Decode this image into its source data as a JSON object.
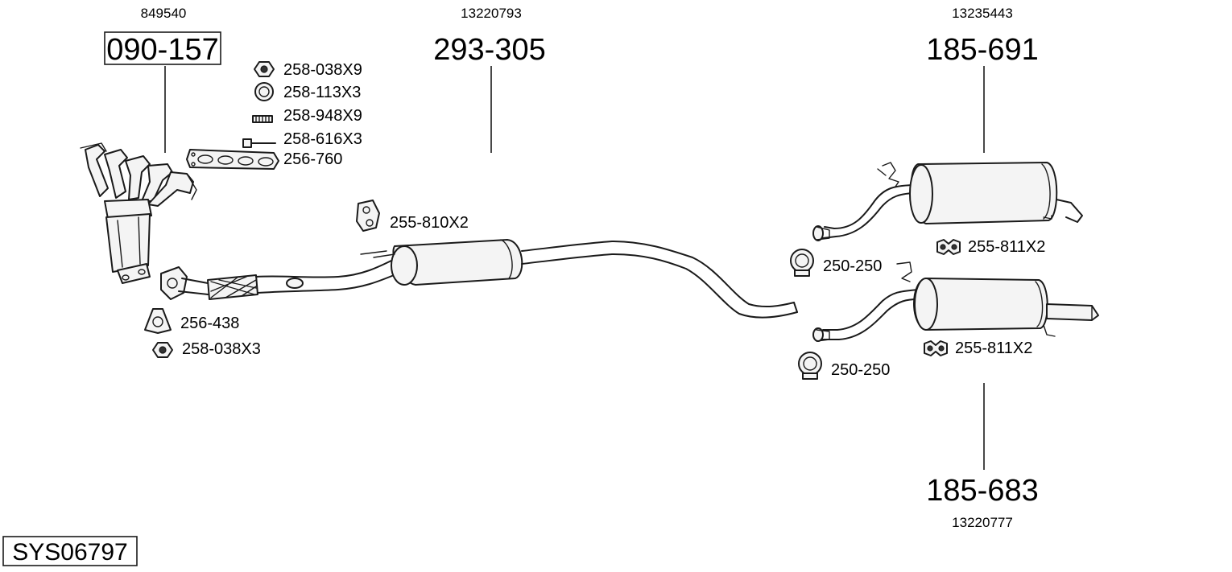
{
  "system": {
    "code": "SYS06797"
  },
  "assemblies": {
    "manifold": {
      "oem": "849540",
      "part": "090-157"
    },
    "middle": {
      "oem": "13220793",
      "part": "293-305"
    },
    "rear_upper": {
      "oem": "13235443",
      "part": "185-691"
    },
    "rear_lower": {
      "oem": "13220777",
      "part": "185-683"
    }
  },
  "fittings": [
    {
      "id": "nut-a",
      "label": "258-038X9",
      "icon": "hex-nut-icon"
    },
    {
      "id": "ring-a",
      "label": "258-113X3",
      "icon": "sealing-ring-icon"
    },
    {
      "id": "stud-a",
      "label": "258-948X9",
      "icon": "stud-icon"
    },
    {
      "id": "bolt-a",
      "label": "258-616X3",
      "icon": "bolt-icon"
    },
    {
      "id": "gasket-manifold",
      "label": "256-760",
      "icon": "manifold-gasket-icon"
    },
    {
      "id": "hanger-middle",
      "label": "255-810X2",
      "icon": "rubber-hanger-icon"
    },
    {
      "id": "gasket-flange",
      "label": "256-438",
      "icon": "flange-gasket-icon"
    },
    {
      "id": "nut-b",
      "label": "258-038X3",
      "icon": "hex-nut-icon"
    },
    {
      "id": "hanger-rear-upper",
      "label": "255-811X2",
      "icon": "rubber-mount-icon"
    },
    {
      "id": "clamp-upper",
      "label": "250-250",
      "icon": "pipe-clamp-icon"
    },
    {
      "id": "hanger-rear-lower",
      "label": "255-811X2",
      "icon": "rubber-mount-icon"
    },
    {
      "id": "clamp-lower",
      "label": "250-250",
      "icon": "pipe-clamp-icon"
    }
  ]
}
